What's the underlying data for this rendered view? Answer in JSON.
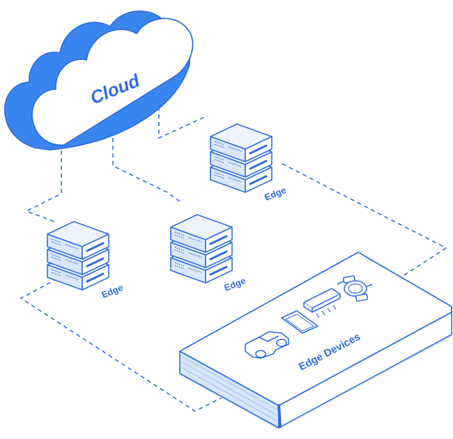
{
  "diagram": {
    "cloud": {
      "label": "Cloud",
      "icon": "cloud-icon"
    },
    "edge_nodes": [
      {
        "label": "Edge",
        "icon": "server-stack-icon"
      },
      {
        "label": "Edge",
        "icon": "server-stack-icon"
      },
      {
        "label": "Edge",
        "icon": "server-stack-icon"
      }
    ],
    "devices_panel": {
      "label": "Edge Devices",
      "devices": [
        {
          "icon": "car-icon"
        },
        {
          "icon": "smartphone-icon"
        },
        {
          "icon": "air-conditioner-icon"
        },
        {
          "icon": "smartwatch-icon"
        }
      ]
    }
  },
  "colors": {
    "stroke": "#2f6de0",
    "cloud_blue": "#3a86f0",
    "cloud_face": "#ffffff",
    "fill_light": "#eef4ff",
    "fill_mid": "#d7e5fb",
    "text": "#2f6de0"
  }
}
